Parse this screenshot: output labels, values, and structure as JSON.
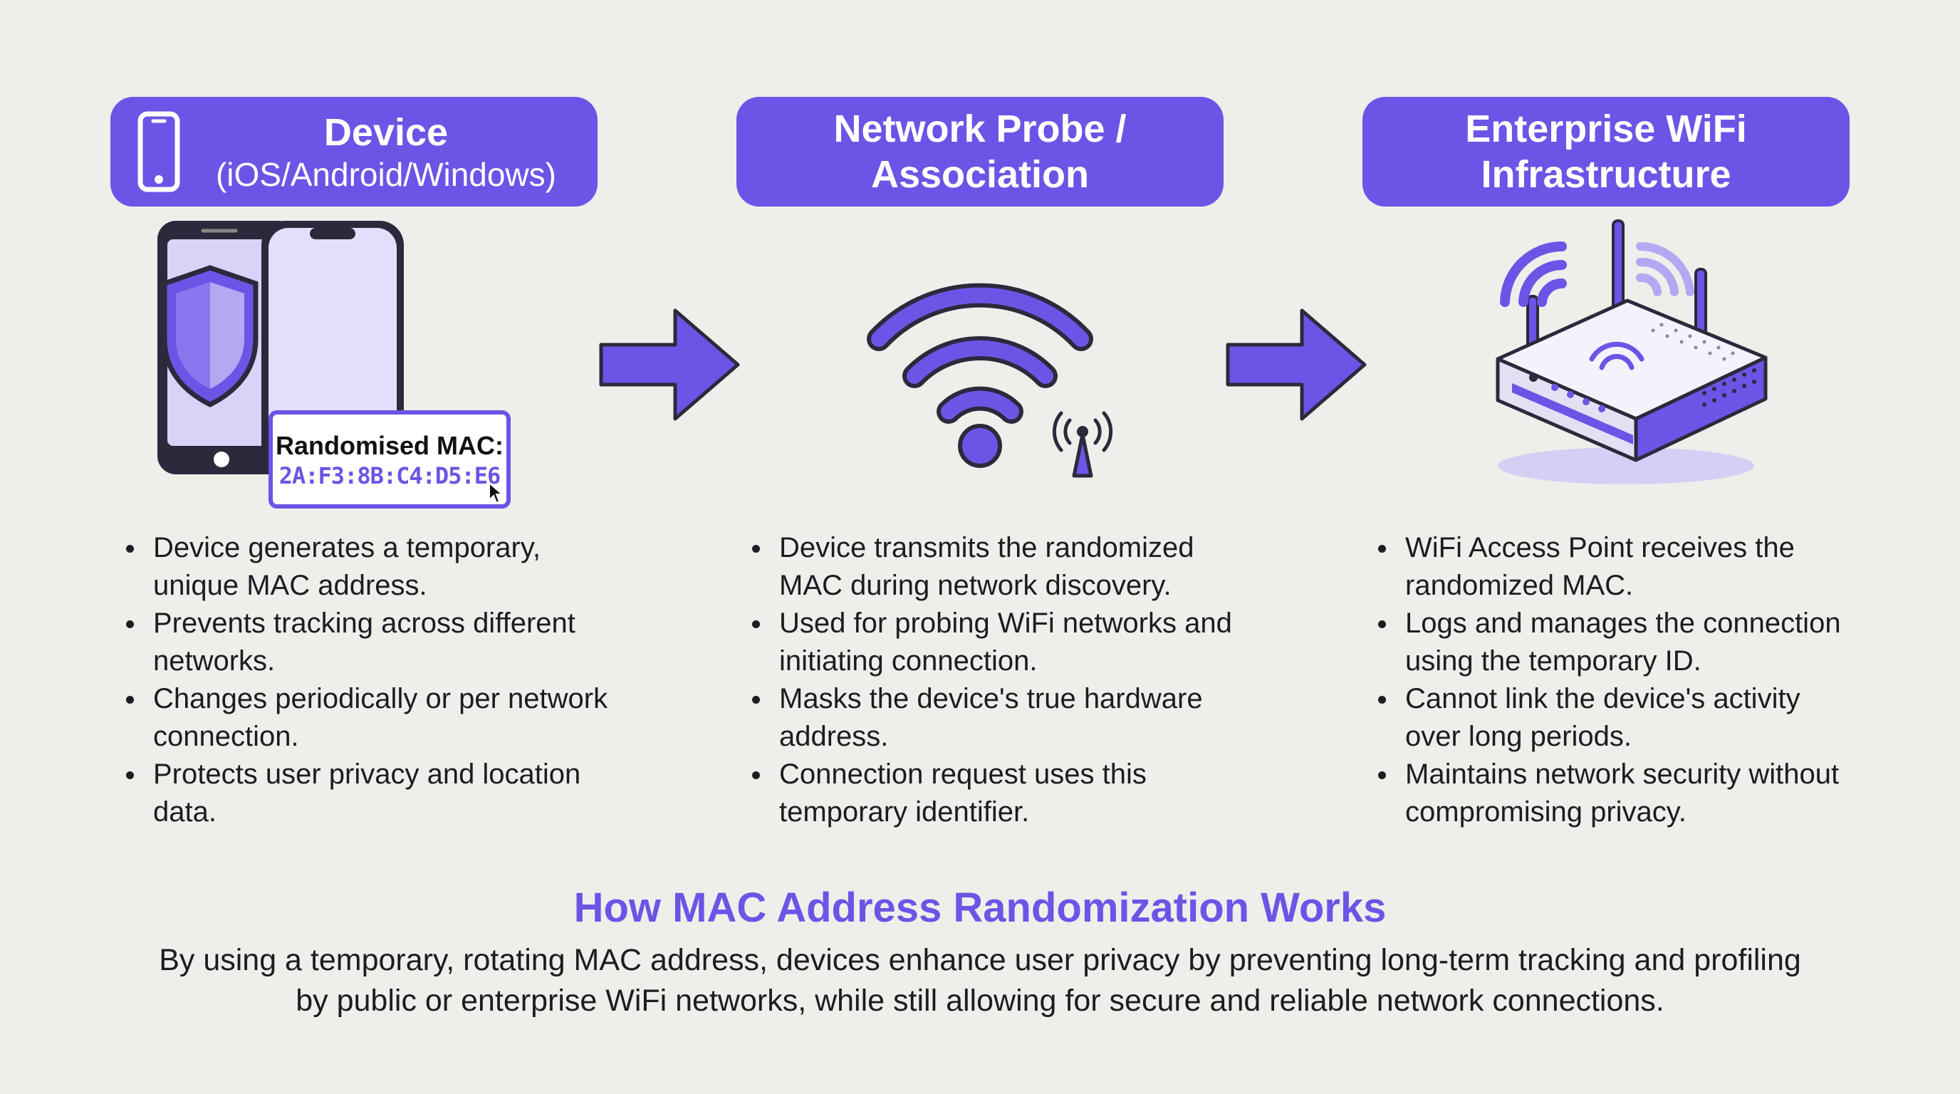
{
  "accent_color": "#6b55e6",
  "background_color": "#efeeea",
  "columns": [
    {
      "title": "Device",
      "subtitle": "(iOS/Android/Windows)",
      "icon": "smartphone-icon",
      "illustration": {
        "name": "phone-with-shield-illustration",
        "mac_label_title": "Randomised MAC:",
        "mac_value": "2A:F3:8B:C4:D5:E6"
      },
      "bullets": [
        "Device generates a temporary, unique MAC address.",
        "Prevents tracking across different networks.",
        "Changes periodically or per network connection.",
        "Protects user privacy and location data."
      ]
    },
    {
      "title": "Network Probe / Association",
      "subtitle": "",
      "illustration": {
        "name": "wifi-signal-illustration"
      },
      "bullets": [
        "Device transmits the randomized MAC during network discovery.",
        "Used for probing WiFi networks and initiating connection.",
        "Masks the device's true hardware address.",
        "Connection request uses this temporary identifier."
      ]
    },
    {
      "title": "Enterprise WiFi Infrastructure",
      "subtitle": "",
      "illustration": {
        "name": "wifi-router-illustration"
      },
      "bullets": [
        "WiFi Access Point receives the randomized MAC.",
        "Logs and manages the connection using the temporary ID.",
        "Cannot link the device's activity over long periods.",
        "Maintains network security without compromising privacy."
      ]
    }
  ],
  "arrows": [
    "arrow-right-icon",
    "arrow-right-icon"
  ],
  "summary": {
    "title": "How MAC Address Randomization Works",
    "text_line1": "By using a temporary, rotating MAC address, devices enhance user privacy by preventing long-term tracking and profiling",
    "text_line2": "by public or enterprise WiFi networks, while still allowing for secure and reliable network connections."
  }
}
